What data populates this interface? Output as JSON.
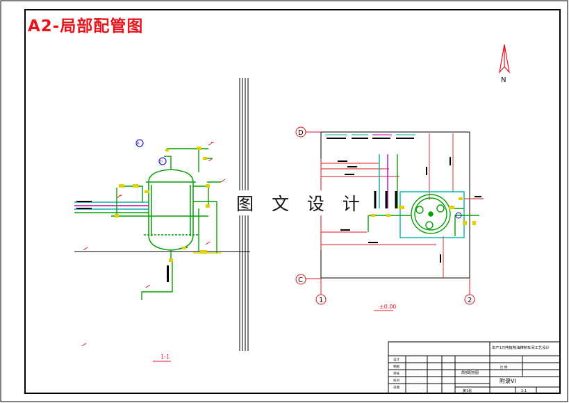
{
  "drawing": {
    "title": "A2-局部配管图",
    "watermark": "图 文 设 计",
    "north_label": "N",
    "section_label": "1-1",
    "elevation_label": "±0.00",
    "axis_rows": [
      "D",
      "C"
    ],
    "axis_cols": [
      "1",
      "2"
    ],
    "instrument_tags": [
      "PI",
      "TI"
    ]
  },
  "title_block": {
    "project": "年产1万吨植物油精制车间工艺设计",
    "drawing_name": "局部配管图",
    "number": "附录VI",
    "scale_label": "比 例",
    "scale_value": "1:1",
    "sheet_label": "第1张",
    "rows": [
      "设计",
      "制图",
      "审核",
      "校对",
      "日期"
    ]
  },
  "colors": {
    "frame": "#000000",
    "pipe_green": "#00a000",
    "pipe_yellow": "#e0d000",
    "pipe_cyan": "#00b0b0",
    "pipe_magenta": "#c000c0",
    "dim_red": "#e0141c",
    "vessel": "#00a000",
    "instrument": "#0000c0"
  }
}
